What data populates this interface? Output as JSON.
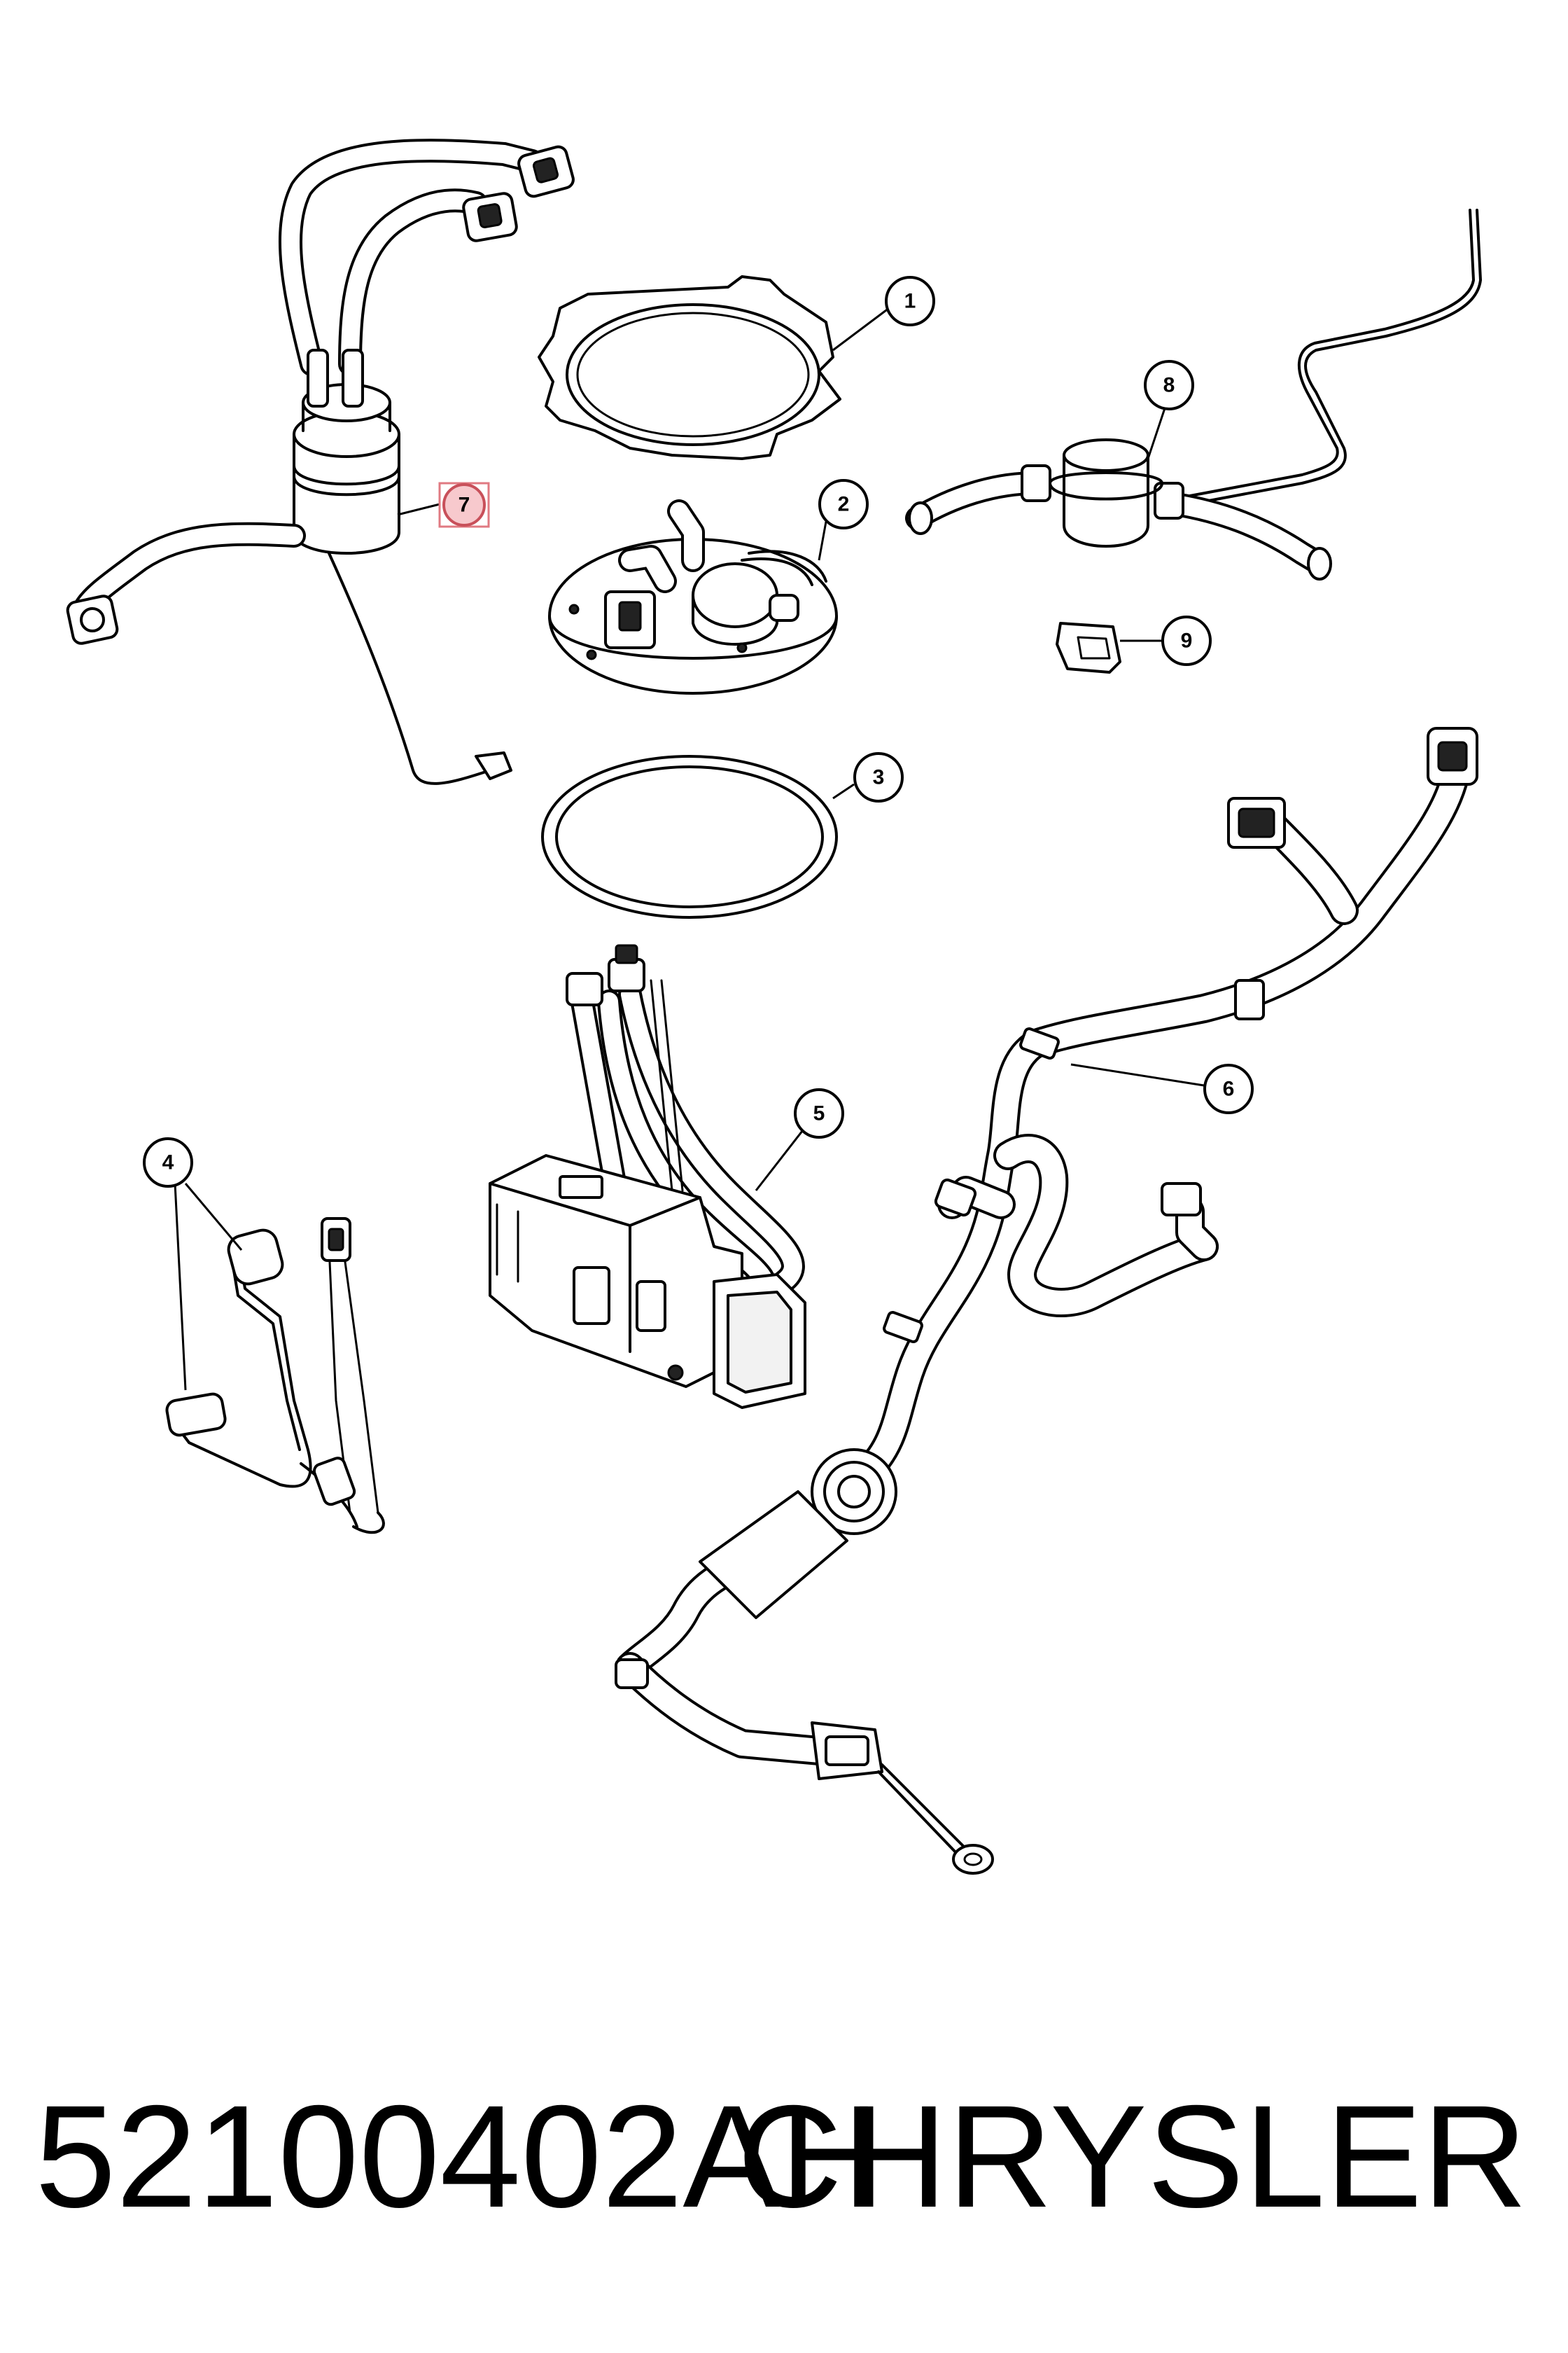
{
  "diagram": {
    "callouts": [
      {
        "id": "1",
        "label": "1",
        "highlighted": false
      },
      {
        "id": "2",
        "label": "2",
        "highlighted": false
      },
      {
        "id": "3",
        "label": "3",
        "highlighted": false
      },
      {
        "id": "4",
        "label": "4",
        "highlighted": false
      },
      {
        "id": "5",
        "label": "5",
        "highlighted": false
      },
      {
        "id": "6",
        "label": "6",
        "highlighted": false
      },
      {
        "id": "7",
        "label": "7",
        "highlighted": true
      },
      {
        "id": "8",
        "label": "8",
        "highlighted": false
      },
      {
        "id": "9",
        "label": "9",
        "highlighted": false
      }
    ],
    "highlight_color": "#f7c9cd"
  },
  "footer": {
    "part_number": "52100402AH",
    "brand": "CHRYSLER"
  }
}
